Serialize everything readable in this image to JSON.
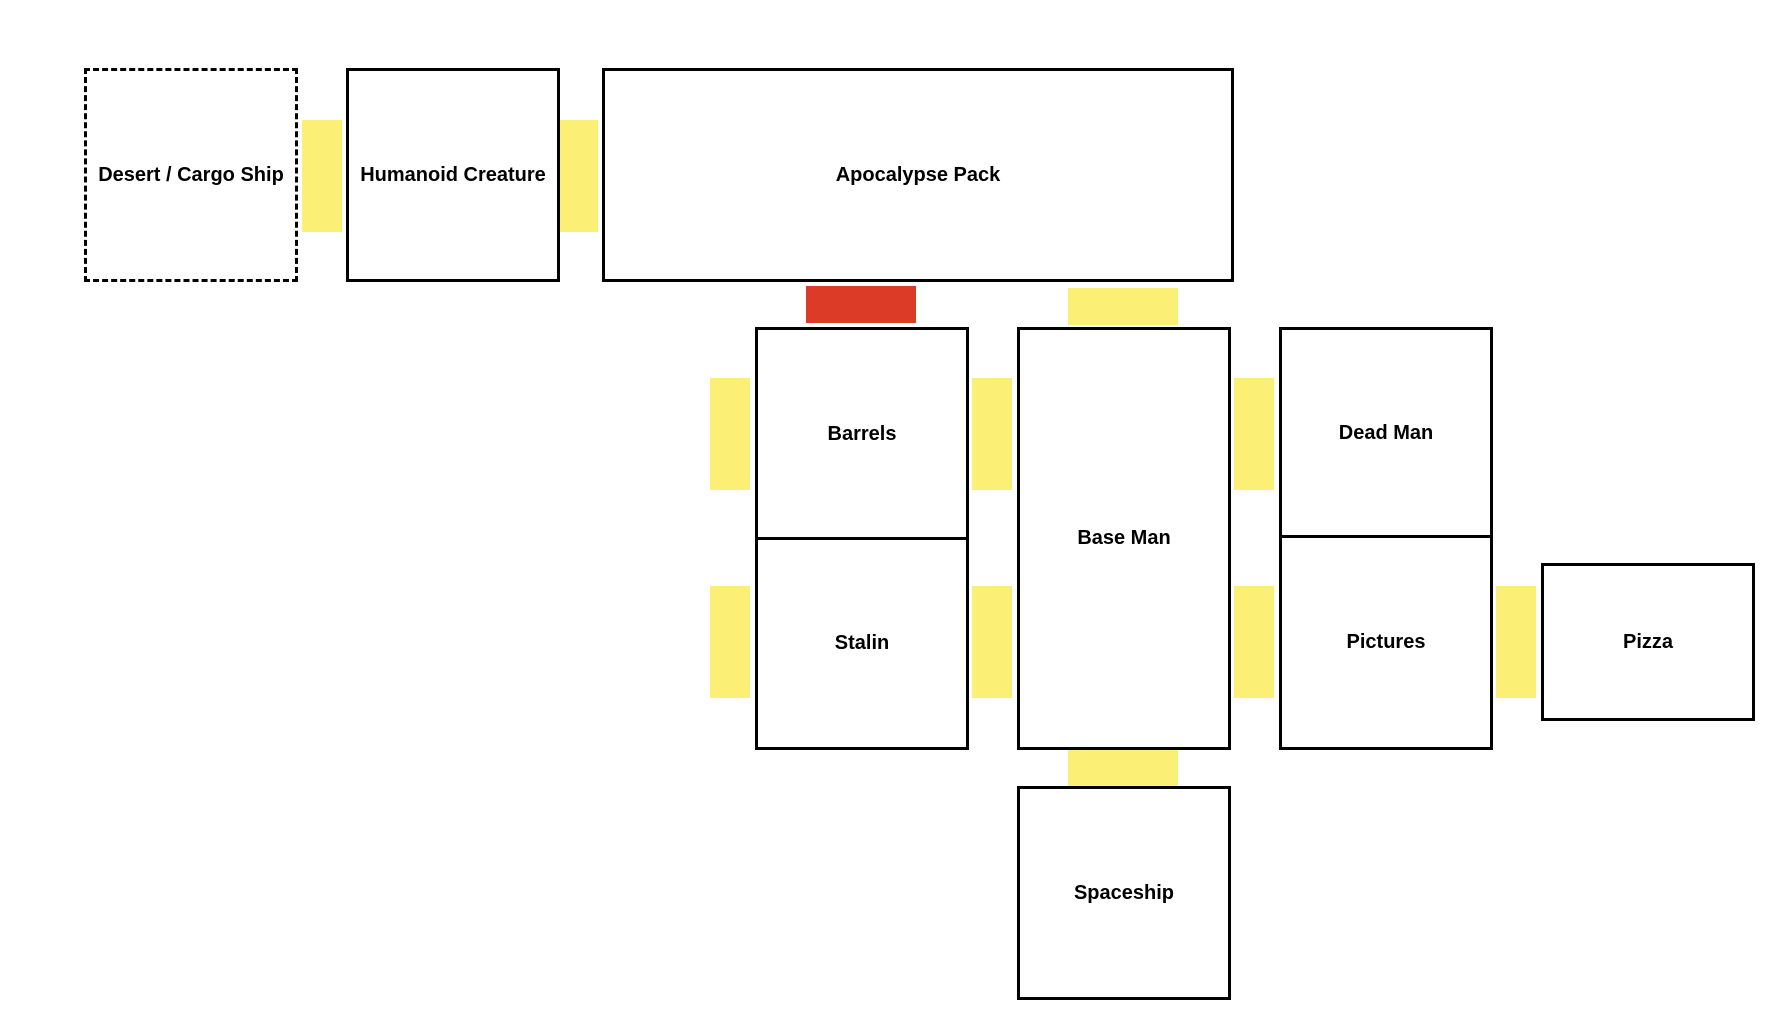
{
  "colors": {
    "open_connector": "#fbef75",
    "locked_connector": "#dc3c27",
    "room_border": "#000000",
    "background": "#ffffff"
  },
  "rooms": {
    "desert_cargo_ship": {
      "label": "Desert / Cargo Ship",
      "style": "dashed"
    },
    "humanoid_creature": {
      "label": "Humanoid Creature",
      "style": "solid"
    },
    "apocalypse_pack": {
      "label": "Apocalypse Pack",
      "style": "solid"
    },
    "barrels": {
      "label": "Barrels",
      "style": "solid"
    },
    "stalin": {
      "label": "Stalin",
      "style": "solid"
    },
    "base_man": {
      "label": "Base Man",
      "style": "solid"
    },
    "dead_man": {
      "label": "Dead Man",
      "style": "solid"
    },
    "pictures": {
      "label": "Pictures",
      "style": "solid"
    },
    "pizza": {
      "label": "Pizza",
      "style": "solid"
    },
    "spaceship": {
      "label": "Spaceship",
      "style": "solid"
    }
  },
  "connections": [
    {
      "from": "Desert / Cargo Ship",
      "to": "Humanoid Creature",
      "state": "open"
    },
    {
      "from": "Humanoid Creature",
      "to": "Apocalypse Pack",
      "state": "open"
    },
    {
      "from": "Apocalypse Pack",
      "to": "Barrels",
      "state": "locked"
    },
    {
      "from": "Apocalypse Pack",
      "to": "Base Man",
      "state": "open"
    },
    {
      "from": "Barrels",
      "to": "west",
      "state": "open"
    },
    {
      "from": "Stalin",
      "to": "west",
      "state": "open"
    },
    {
      "from": "Barrels",
      "to": "Base Man",
      "state": "open"
    },
    {
      "from": "Stalin",
      "to": "Base Man",
      "state": "open"
    },
    {
      "from": "Base Man",
      "to": "Dead Man",
      "state": "open"
    },
    {
      "from": "Base Man",
      "to": "Pictures",
      "state": "open"
    },
    {
      "from": "Pictures",
      "to": "Pizza",
      "state": "open"
    },
    {
      "from": "Base Man",
      "to": "Spaceship",
      "state": "open"
    }
  ]
}
